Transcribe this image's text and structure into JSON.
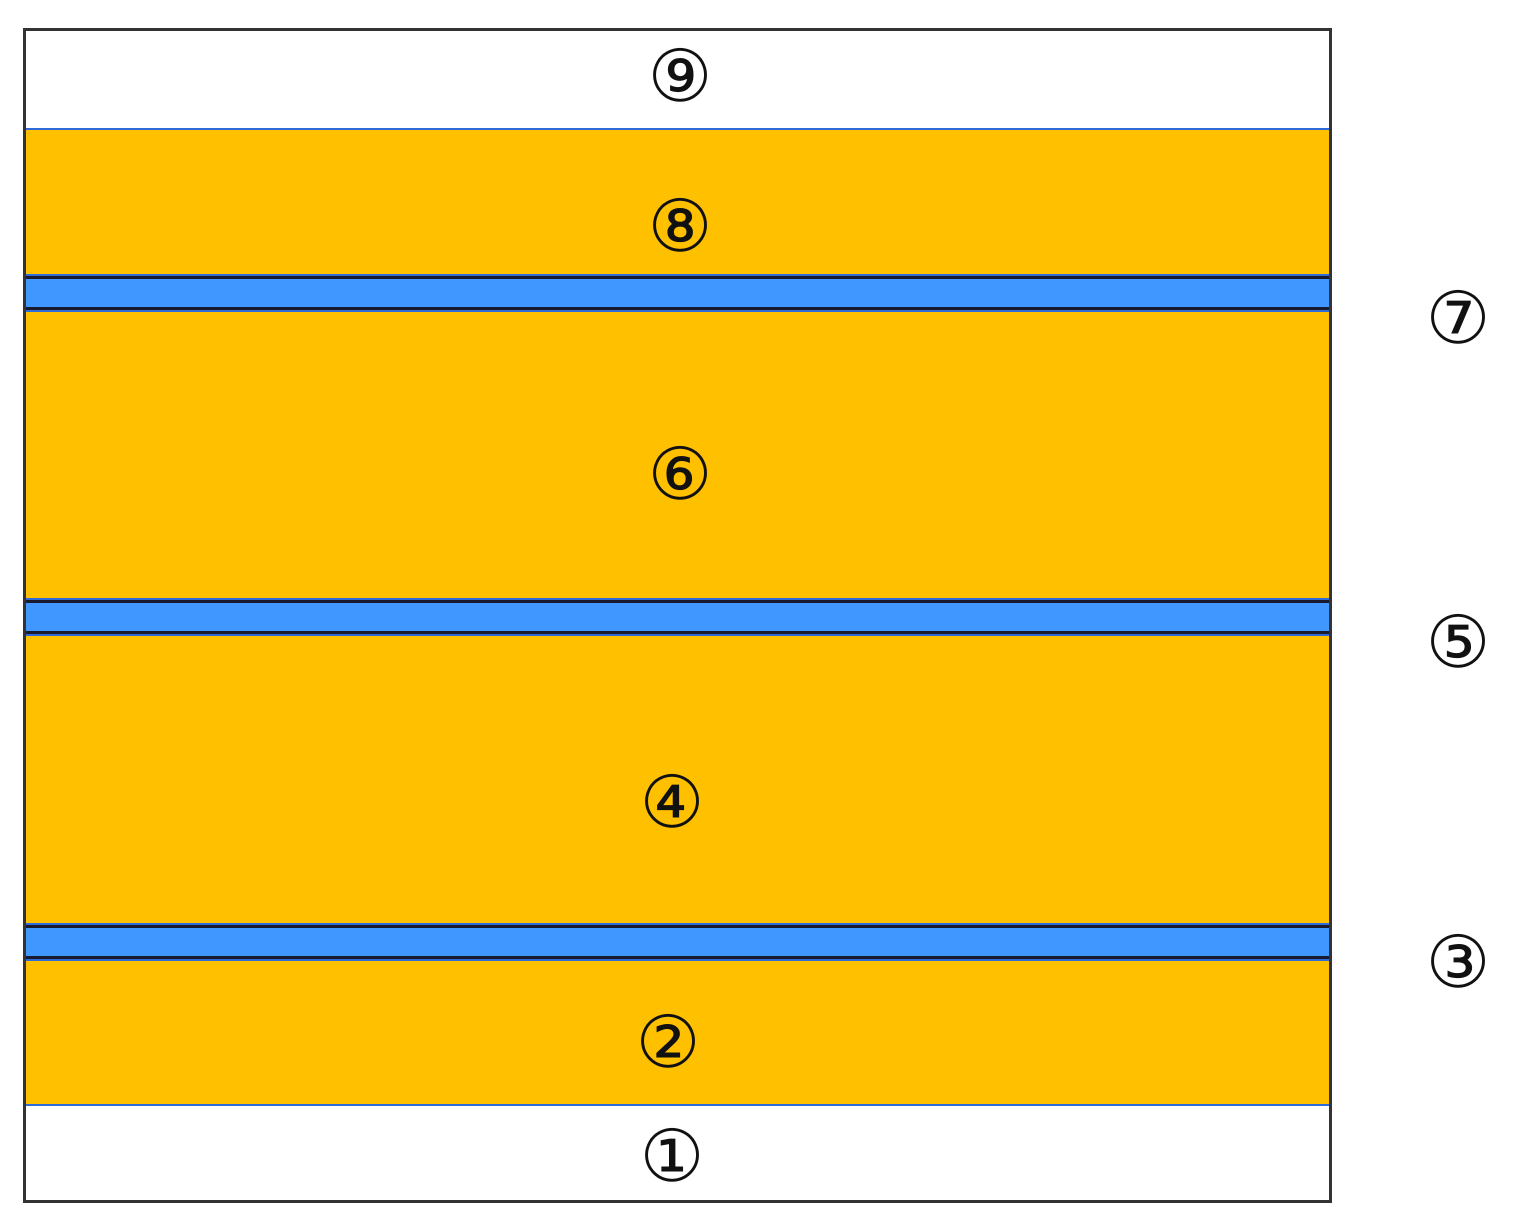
{
  "colors": {
    "conductor": "#FFC000",
    "thin_layer": "#3F97FF",
    "outline": "#333333",
    "background": "#FFFFFF"
  },
  "layers": [
    {
      "label": "⑨",
      "fill": "white"
    },
    {
      "label": "⑧",
      "fill": "conductor"
    },
    {
      "label": "⑦",
      "fill": "thin_layer"
    },
    {
      "label": "⑥",
      "fill": "conductor"
    },
    {
      "label": "⑤",
      "fill": "thin_layer"
    },
    {
      "label": "④",
      "fill": "conductor"
    },
    {
      "label": "③",
      "fill": "thin_layer"
    },
    {
      "label": "②",
      "fill": "conductor"
    },
    {
      "label": "①",
      "fill": "white"
    }
  ]
}
